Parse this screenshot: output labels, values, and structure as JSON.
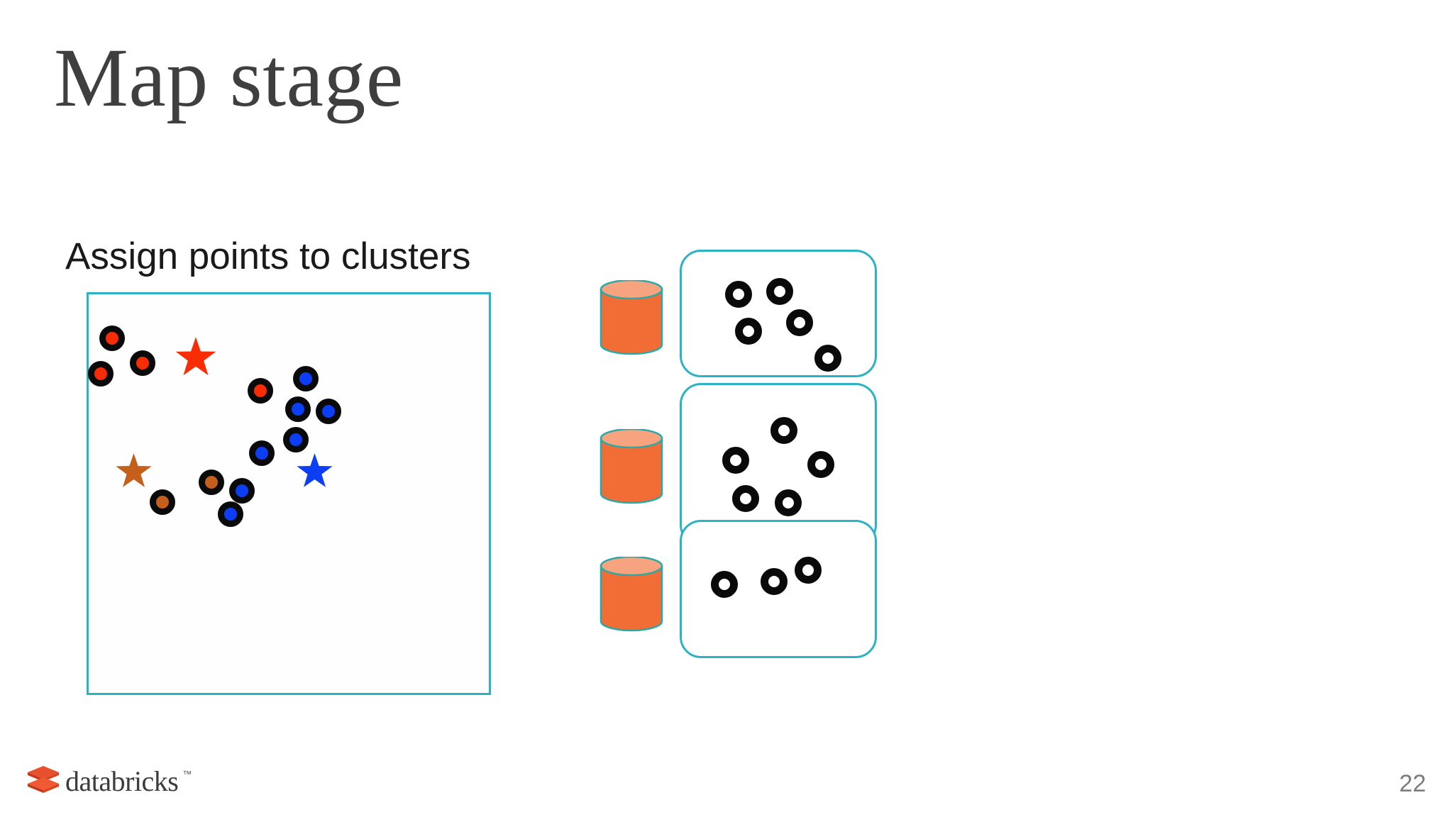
{
  "slide": {
    "title": "Map stage",
    "subtitle": "Assign points to clusters",
    "page_number": "22",
    "background_color": "#ffffff",
    "title_color": "#3f3f3f",
    "accent_color": "#2bb3c4"
  },
  "brand": {
    "name": "databricks",
    "trademark": "™",
    "logo_icon": "databricks-stacked-bricks-icon",
    "logo_colors": [
      "#e8512f",
      "#f05a33",
      "#c63a1b"
    ]
  },
  "chart_data": {
    "type": "scatter",
    "title": "Assign points to clusters",
    "xlabel": "",
    "ylabel": "",
    "xlim": [
      0,
      570
    ],
    "ylim": [
      0,
      568
    ],
    "grid": false,
    "legend": "none",
    "colors": {
      "red": "#f92d05",
      "blue": "#0c3ef5",
      "brown": "#c4601c",
      "outline": "#0a0a0a"
    },
    "series": [
      {
        "name": "red cluster",
        "marker": "circle",
        "color": "#f92d05",
        "points": [
          {
            "x": 33,
            "y": 62
          },
          {
            "x": 17,
            "y": 112
          },
          {
            "x": 76,
            "y": 97
          },
          {
            "x": 242,
            "y": 136
          }
        ]
      },
      {
        "name": "blue cluster",
        "marker": "circle",
        "color": "#0c3ef5",
        "points": [
          {
            "x": 306,
            "y": 119
          },
          {
            "x": 295,
            "y": 162
          },
          {
            "x": 338,
            "y": 165
          },
          {
            "x": 292,
            "y": 205
          },
          {
            "x": 244,
            "y": 224
          },
          {
            "x": 216,
            "y": 277
          },
          {
            "x": 200,
            "y": 310
          }
        ]
      },
      {
        "name": "brown cluster",
        "marker": "circle",
        "color": "#c4601c",
        "points": [
          {
            "x": 173,
            "y": 265
          },
          {
            "x": 104,
            "y": 293
          }
        ]
      }
    ],
    "centroids": [
      {
        "name": "red centroid",
        "marker": "star",
        "color": "#f92d05",
        "x": 151,
        "y": 90,
        "size": 62
      },
      {
        "name": "brown centroid",
        "marker": "star",
        "color": "#c4601c",
        "x": 63,
        "y": 250,
        "size": 55
      },
      {
        "name": "blue centroid",
        "marker": "star",
        "color": "#0c3ef5",
        "x": 318,
        "y": 250,
        "size": 55
      }
    ]
  },
  "pipeline": {
    "storage_icon": "database-cylinder-icon",
    "storage_colors": {
      "body": "#f26d35",
      "top": "#f8a380",
      "outline": "#2aa9a6"
    },
    "partitions": [
      {
        "label": "partition-1",
        "storage": "database-cylinder-icon",
        "point_icon": "hollow-circle-icon",
        "point_count": 5,
        "points": [
          {
            "x": 50,
            "y": 30
          },
          {
            "x": 108,
            "y": 26
          },
          {
            "x": 64,
            "y": 82
          },
          {
            "x": 136,
            "y": 70
          },
          {
            "x": 176,
            "y": 120
          }
        ]
      },
      {
        "label": "partition-2",
        "storage": "database-cylinder-icon",
        "point_icon": "hollow-circle-icon",
        "point_count": 5,
        "points": [
          {
            "x": 46,
            "y": 76
          },
          {
            "x": 114,
            "y": 34
          },
          {
            "x": 166,
            "y": 82
          },
          {
            "x": 60,
            "y": 130
          },
          {
            "x": 120,
            "y": 136
          }
        ]
      },
      {
        "label": "partition-3",
        "storage": "database-cylinder-icon",
        "point_icon": "hollow-circle-icon",
        "point_count": 3,
        "points": [
          {
            "x": 30,
            "y": 58
          },
          {
            "x": 100,
            "y": 54
          },
          {
            "x": 148,
            "y": 38
          }
        ]
      }
    ]
  }
}
